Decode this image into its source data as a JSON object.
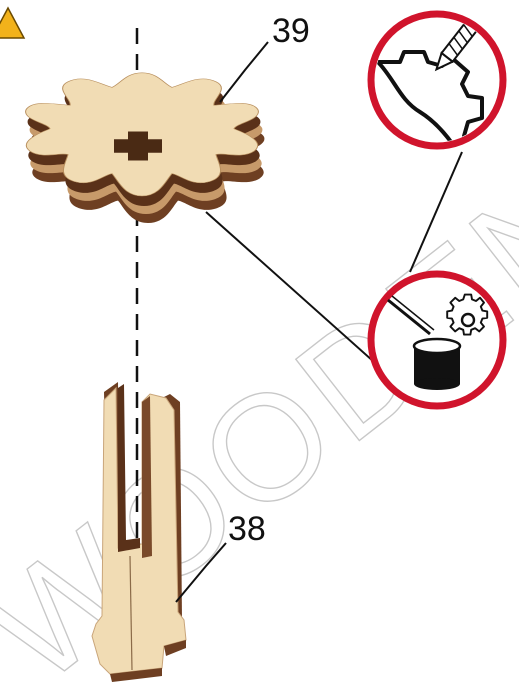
{
  "labels": {
    "gear_part": "39",
    "shaft_part": "38"
  },
  "watermark": "WOODEN CITY",
  "colors": {
    "wood_light": "#f1dcb4",
    "wood_edge": "#7a4a2a",
    "callout_ring": "#d0142c",
    "warning": "#f2b21b",
    "line": "#111111"
  },
  "icons": [
    "warning-triangle-icon",
    "cutter-knife-icon",
    "glue-pot-icon",
    "gear-icon"
  ]
}
